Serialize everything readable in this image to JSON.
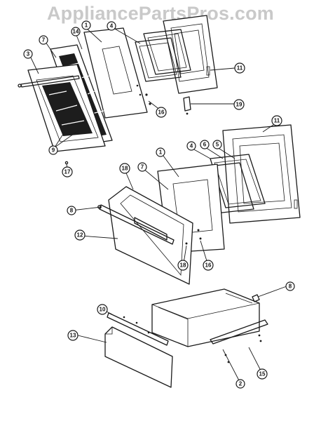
{
  "watermark": "AppliancePartsPros.com",
  "callouts": {
    "c1a": "1",
    "c14": "14",
    "c4a": "4",
    "c3": "3",
    "c7a": "7",
    "c11a": "11",
    "c16a": "16",
    "c19": "19",
    "c9": "9",
    "c17": "17",
    "c11b": "11",
    "c4b": "4",
    "c6": "6",
    "c5": "5",
    "c1b": "1",
    "c18a": "18",
    "c7b": "7",
    "c8a": "8",
    "c12": "12",
    "c18b": "18",
    "c16b": "16",
    "c8b": "8",
    "c10": "10",
    "c13": "13",
    "c15": "15",
    "c2": "2"
  }
}
